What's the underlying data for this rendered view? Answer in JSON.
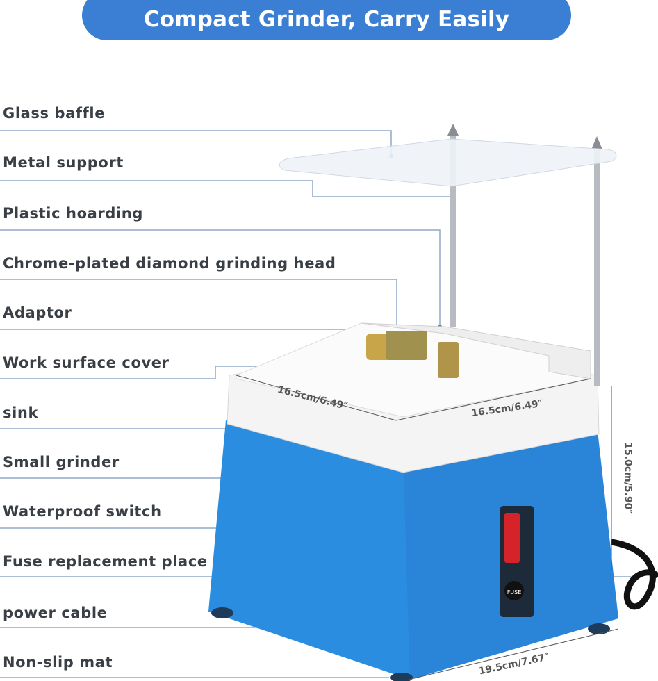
{
  "banner": {
    "title": "Compact Grinder, Carry Easily"
  },
  "parts": [
    "Glass baffle",
    "Metal support",
    "Plastic hoarding",
    "Chrome-plated diamond grinding head",
    "Adaptor",
    "Work surface cover",
    "sink",
    "Small grinder",
    "Waterproof switch",
    "Fuse replacement place",
    "power cable",
    "Non-slip mat"
  ],
  "dimensions": {
    "left_width": "16.5cm/6.49″",
    "right_width": "16.5cm/6.49″",
    "height": "15.0cm/5.90″",
    "base": "19.5cm/7.67″"
  },
  "switch_text": "FUSE",
  "colors": {
    "banner": "#3b7fd4",
    "body_blue": "#2a8de0",
    "leader_line": "#8fa9c8"
  }
}
